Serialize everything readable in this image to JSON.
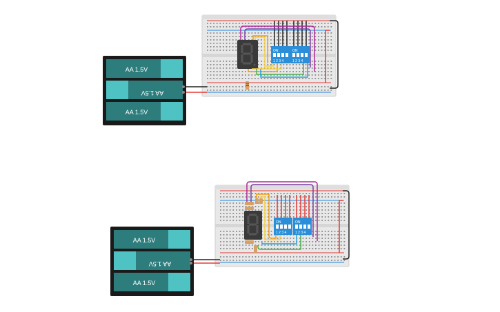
{
  "circuits": [
    {
      "id": "top",
      "battery_pack": {
        "cells": [
          {
            "label": "AA 1.5V",
            "inverted": false
          },
          {
            "label": "AA 1.5V",
            "inverted": true
          },
          {
            "label": "AA 1.5V",
            "inverted": false
          }
        ]
      },
      "dip_switches": [
        {
          "header": "ON",
          "numbers": "1 2 3 4"
        },
        {
          "header": "ON",
          "numbers": "1 2 3 4"
        }
      ]
    },
    {
      "id": "bottom",
      "battery_pack": {
        "cells": [
          {
            "label": "AA 1.5V",
            "inverted": false
          },
          {
            "label": "AA 1.5V",
            "inverted": true
          },
          {
            "label": "AA 1.5V",
            "inverted": false
          }
        ]
      },
      "dip_switches": [
        {
          "header": "ON",
          "numbers": "1 2 3 4"
        },
        {
          "header": "ON",
          "numbers": "1 2 3 4"
        }
      ]
    }
  ],
  "colors": {
    "breadboard": "#e8e8e8",
    "rail_red": "#e53935",
    "rail_blue": "#1e88e5",
    "battery_body": "#2e7d7d",
    "battery_cap": "#4fc3c3",
    "battery_frame": "#1a1a1a",
    "dip_switch": "#2a8fd8",
    "display_body": "#3a3a3a",
    "wire_black": "#222222",
    "wire_red": "#e53935",
    "wire_magenta": "#b0289a",
    "wire_purple": "#7b3fa0",
    "wire_orange": "#f39c12",
    "wire_yellow": "#f4d03f",
    "wire_green": "#4caf50",
    "wire_blue": "#29a3d8"
  }
}
